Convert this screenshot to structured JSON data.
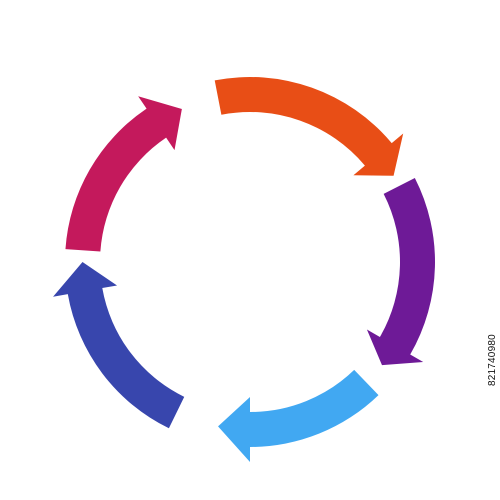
{
  "diagram": {
    "type": "cycle",
    "direction": "clockwise",
    "segments": [
      {
        "color": "#E84E16"
      },
      {
        "color": "#6E1A97"
      },
      {
        "color": "#41A8F2"
      },
      {
        "color": "#3846AD"
      },
      {
        "color": "#C4195C"
      }
    ]
  },
  "stock_id": "821740980"
}
